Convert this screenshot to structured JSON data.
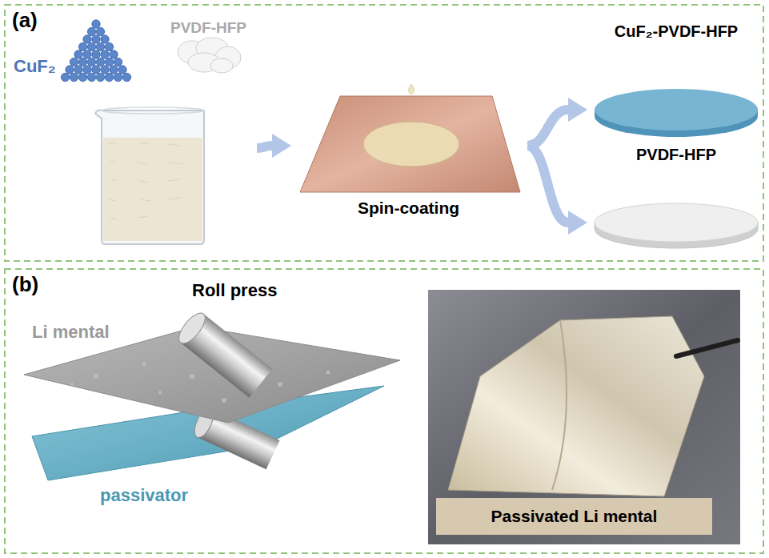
{
  "diagram": {
    "nodes": [
      {
        "text": [
          "(a)"
        ]
      },
      {
        "text": [
          "CuF₂",
          "PVDF-HFP"
        ],
        "in": 0
      },
      {
        "text": [
          "Spin-coating"
        ],
        "in": 0
      },
      {
        "text": [
          "CuF₂-PVDF-HFP"
        ],
        "in": 0
      },
      {
        "text": [
          "PVDF-HFP"
        ],
        "in": 0
      },
      {
        "text": [
          "(b)"
        ]
      },
      {
        "text": [
          "Passivated Li mental"
        ],
        "in": 5
      }
    ],
    "edges": [
      {
        "from": 1,
        "to": 2,
        "arrow": "to"
      },
      {
        "from": 2,
        "to": 3,
        "arrow": "to"
      },
      {
        "from": 2,
        "to": 4,
        "arrow": "to"
      }
    ],
    "labels": [
      "Roll press",
      "Li mental",
      "passivator"
    ]
  }
}
